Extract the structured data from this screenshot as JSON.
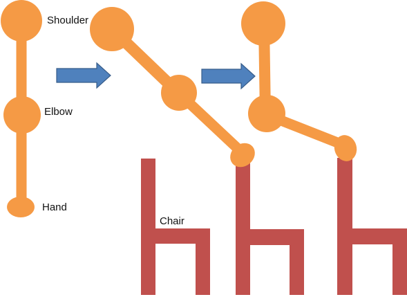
{
  "labels": {
    "shoulder": "Shoulder",
    "elbow": "Elbow",
    "hand": "Hand",
    "chair": "Chair"
  },
  "colors": {
    "arm": "#F59A45",
    "arrow_fill": "#4F81BD",
    "arrow_stroke": "#385D8A",
    "chair": "#C0504D",
    "background": "#FFFFFF"
  },
  "icons": {
    "arrows": [
      "right-arrow-icon",
      "right-arrow-icon"
    ]
  }
}
